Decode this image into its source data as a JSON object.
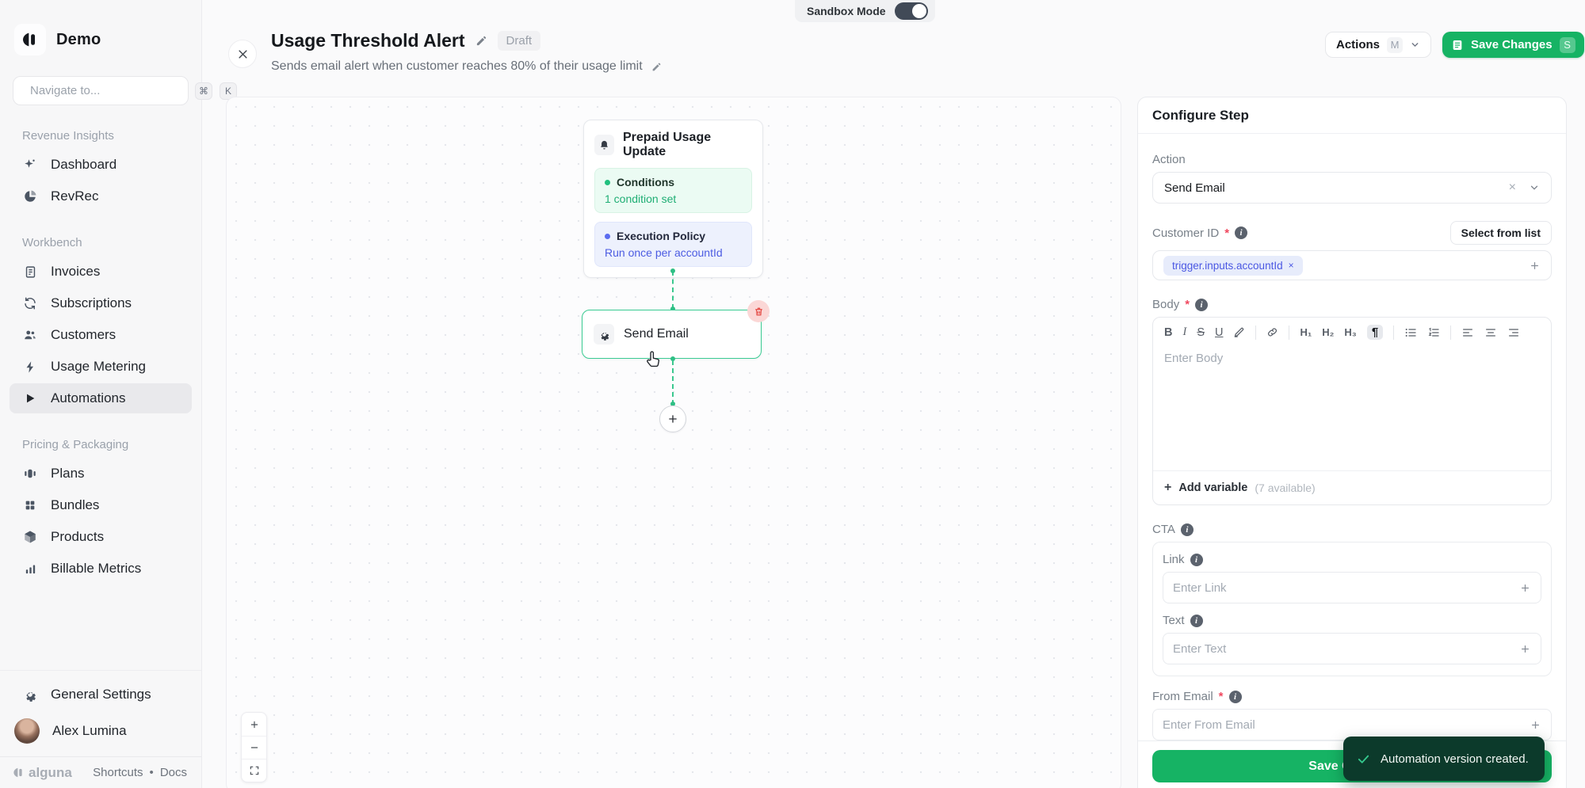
{
  "sidebar": {
    "workspace": "Demo",
    "search": {
      "placeholder": "Navigate to...",
      "kbd_cmd": "⌘",
      "kbd_k": "K"
    },
    "sections": [
      {
        "label": "Revenue Insights",
        "items": [
          {
            "label": "Dashboard"
          },
          {
            "label": "RevRec"
          }
        ]
      },
      {
        "label": "Workbench",
        "items": [
          {
            "label": "Invoices"
          },
          {
            "label": "Subscriptions"
          },
          {
            "label": "Customers"
          },
          {
            "label": "Usage Metering"
          },
          {
            "label": "Automations"
          }
        ]
      },
      {
        "label": "Pricing & Packaging",
        "items": [
          {
            "label": "Plans"
          },
          {
            "label": "Bundles"
          },
          {
            "label": "Products"
          },
          {
            "label": "Billable Metrics"
          }
        ]
      }
    ],
    "general_settings": "General Settings",
    "user_name": "Alex Lumina",
    "brand": "alguna",
    "footer": {
      "shortcuts": "Shortcuts",
      "dot": "•",
      "docs": "Docs"
    }
  },
  "header": {
    "title": "Usage Threshold Alert",
    "status": "Draft",
    "subtitle": "Sends email alert when customer reaches 80% of their usage limit",
    "sandbox_label": "Sandbox Mode",
    "actions_label": "Actions",
    "actions_kbd": "M",
    "save_label": "Save Changes",
    "save_kbd": "S",
    "close_glyph": "×"
  },
  "canvas": {
    "trigger": {
      "title": "Prepaid Usage Update",
      "conditions_label": "Conditions",
      "conditions_value": "1 condition set",
      "execution_label": "Execution Policy",
      "execution_value": "Run once per accountId"
    },
    "step": {
      "title": "Send Email"
    }
  },
  "panel": {
    "title": "Configure Step",
    "action_label": "Action",
    "action_value": "Send Email",
    "clear_glyph": "×",
    "customer_id_label": "Customer ID",
    "required_mark": "*",
    "select_from_list": "Select from list",
    "chip_value": "trigger.inputs.accountId",
    "chip_close": "×",
    "body_label": "Body",
    "body_placeholder": "Enter Body",
    "toolbar": {
      "b": "B",
      "i": "I",
      "s": "S",
      "u": "U",
      "h1": "H₁",
      "h2": "H₂",
      "h3": "H₃",
      "p": "¶"
    },
    "add_variable_plus": "+",
    "add_variable": "Add variable",
    "available": "(7 available)",
    "cta_label": "CTA",
    "link_label": "Link",
    "link_placeholder": "Enter Link",
    "text_label": "Text",
    "text_placeholder": "Enter Text",
    "from_email_label": "From Email",
    "from_email_placeholder": "Enter From Email",
    "save_label": "Save Changes",
    "info_glyph": "i"
  },
  "toast": {
    "message": "Automation version created."
  },
  "colors": {
    "accent_green": "#16b364",
    "indigo": "#4a57e3",
    "toast_bg": "#0c3a2b",
    "node_selected": "#39cb92"
  }
}
